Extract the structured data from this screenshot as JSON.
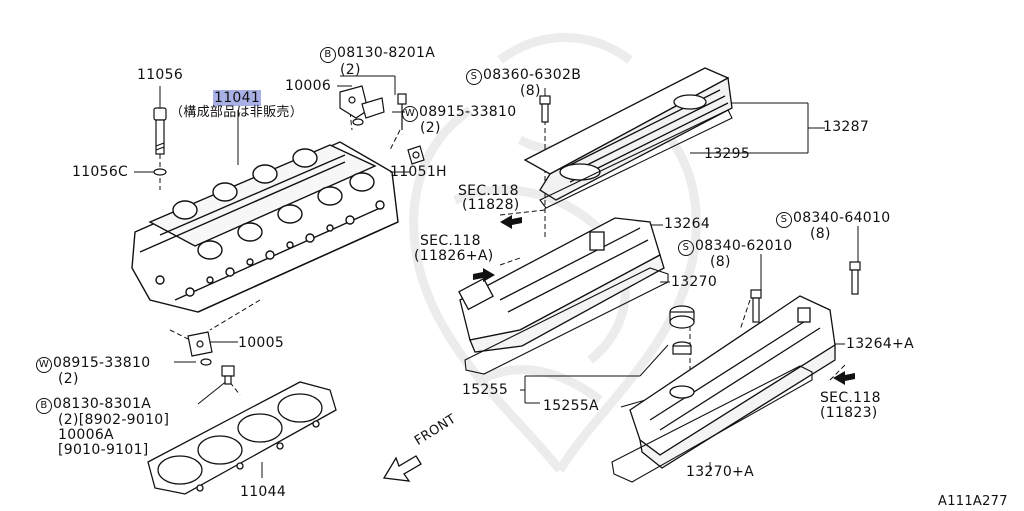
{
  "figure_code": "A111A277",
  "front_label": "FRONT",
  "parts": {
    "p11056": "11056",
    "p11041": "11041",
    "p11041_note": "（構成部品は非販売）",
    "p11056C": "11056C",
    "p10006": "10006",
    "b_bolt_8201A": "08130-8201A",
    "b_bolt_8201A_qty": "(2)",
    "w_washer_upper": "08915-33810",
    "w_washer_upper_qty": "(2)",
    "p11051H": "11051H",
    "s_bolt_6302B": "08360-6302B",
    "s_bolt_6302B_qty": "(8)",
    "p13287": "13287",
    "p13295": "13295",
    "sec118_11828": "SEC.118",
    "sec118_11828_ref": "(11828)",
    "p13264": "13264",
    "sec118_11826": "SEC.118",
    "sec118_11826_ref": "(11826+A)",
    "s_bolt_64010": "08340-64010",
    "s_bolt_64010_qty": "(8)",
    "s_bolt_62010": "08340-62010",
    "s_bolt_62010_qty": "(8)",
    "p13270": "13270",
    "p10005": "10005",
    "w_washer_lower": "08915-33810",
    "w_washer_lower_qty": "(2)",
    "p13264A": "13264+A",
    "p15255": "15255",
    "p15255A": "15255A",
    "b_bolt_8301A": "08130-8301A",
    "b_bolt_8301A_line2": "(2)[8902-9010]",
    "b_bolt_8301A_line3": "10006A",
    "b_bolt_8301A_line4": "[9010-9101]",
    "sec118_11823": "SEC.118",
    "sec118_11823_ref": "(11823)",
    "p11044": "11044",
    "p13270A": "13270+A"
  },
  "symbols": {
    "bolt": "B",
    "washer": "W",
    "screw": "S"
  }
}
